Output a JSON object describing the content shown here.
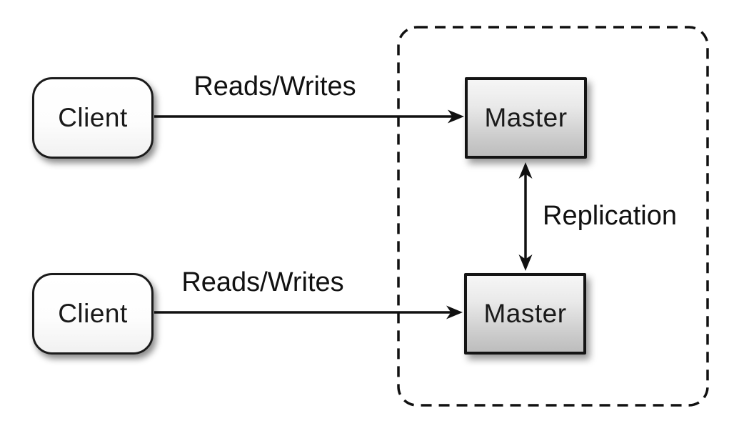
{
  "diagram": {
    "nodes": {
      "client_top": {
        "label": "Client"
      },
      "client_bottom": {
        "label": "Client"
      },
      "master_top": {
        "label": "Master"
      },
      "master_bottom": {
        "label": "Master"
      }
    },
    "edges": {
      "client_top_to_master_top": {
        "label": "Reads/Writes"
      },
      "client_bottom_to_master_bottom": {
        "label": "Reads/Writes"
      },
      "master_to_master": {
        "label": "Replication"
      }
    },
    "colors": {
      "stroke": "#111111",
      "background": "#ffffff",
      "master_fill_top": "#f6f6f6",
      "master_fill_bottom": "#bdbdbd",
      "client_fill": "#ffffff"
    }
  }
}
